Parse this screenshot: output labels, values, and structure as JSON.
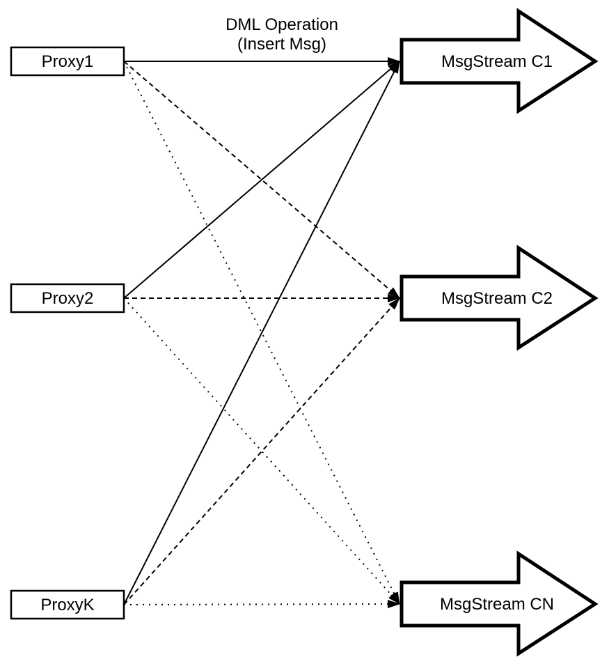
{
  "diagram": {
    "background_color": "#ffffff",
    "stroke_color": "#000000",
    "title": {
      "line1": "DML Operation",
      "line2": "(Insert Msg)"
    },
    "proxies": [
      {
        "id": "proxy1",
        "label": "Proxy1"
      },
      {
        "id": "proxy2",
        "label": "Proxy2"
      },
      {
        "id": "proxyK",
        "label": "ProxyK"
      }
    ],
    "streams": [
      {
        "id": "c1",
        "label": "MsgStream C1"
      },
      {
        "id": "c2",
        "label": "MsgStream C2"
      },
      {
        "id": "cn",
        "label": "MsgStream CN"
      }
    ],
    "edges": [
      {
        "from": "proxy1",
        "to": "c1",
        "style": "solid"
      },
      {
        "from": "proxy1",
        "to": "c2",
        "style": "dashed"
      },
      {
        "from": "proxy1",
        "to": "cn",
        "style": "dotted"
      },
      {
        "from": "proxy2",
        "to": "c1",
        "style": "solid"
      },
      {
        "from": "proxy2",
        "to": "c2",
        "style": "dashed"
      },
      {
        "from": "proxy2",
        "to": "cn",
        "style": "dotted"
      },
      {
        "from": "proxyK",
        "to": "c1",
        "style": "solid"
      },
      {
        "from": "proxyK",
        "to": "c2",
        "style": "dashed"
      },
      {
        "from": "proxyK",
        "to": "cn",
        "style": "dotted"
      }
    ]
  }
}
